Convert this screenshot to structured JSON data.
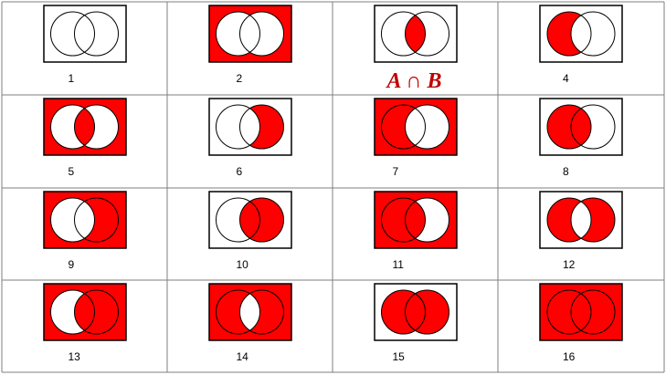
{
  "colors": {
    "fill": "#ff0000",
    "formula": "#c00000",
    "stroke": "#000000",
    "grid": "#7f7f7f"
  },
  "cells": [
    {
      "label": "1",
      "regions": {
        "outside": false,
        "a_only": false,
        "both": false,
        "b_only": false
      }
    },
    {
      "label": "2",
      "regions": {
        "outside": true,
        "a_only": false,
        "both": false,
        "b_only": false
      }
    },
    {
      "label": "A ∩ B",
      "formula": true,
      "regions": {
        "outside": false,
        "a_only": false,
        "both": true,
        "b_only": false
      }
    },
    {
      "label": "4",
      "regions": {
        "outside": false,
        "a_only": true,
        "both": false,
        "b_only": false
      }
    },
    {
      "label": "5",
      "regions": {
        "outside": true,
        "a_only": false,
        "both": true,
        "b_only": false
      }
    },
    {
      "label": "6",
      "regions": {
        "outside": false,
        "a_only": false,
        "both": false,
        "b_only": true
      }
    },
    {
      "label": "7",
      "regions": {
        "outside": true,
        "a_only": true,
        "both": false,
        "b_only": false
      }
    },
    {
      "label": "8",
      "regions": {
        "outside": false,
        "a_only": true,
        "both": true,
        "b_only": false
      }
    },
    {
      "label": "9",
      "regions": {
        "outside": true,
        "a_only": false,
        "both": false,
        "b_only": true
      }
    },
    {
      "label": "10",
      "regions": {
        "outside": false,
        "a_only": false,
        "both": true,
        "b_only": true
      }
    },
    {
      "label": "11",
      "regions": {
        "outside": true,
        "a_only": true,
        "both": true,
        "b_only": false
      }
    },
    {
      "label": "12",
      "regions": {
        "outside": false,
        "a_only": true,
        "both": false,
        "b_only": true
      }
    },
    {
      "label": "13",
      "regions": {
        "outside": true,
        "a_only": false,
        "both": true,
        "b_only": true
      }
    },
    {
      "label": "14",
      "regions": {
        "outside": true,
        "a_only": true,
        "both": false,
        "b_only": true
      }
    },
    {
      "label": "15",
      "regions": {
        "outside": false,
        "a_only": true,
        "both": true,
        "b_only": true
      }
    },
    {
      "label": "16",
      "regions": {
        "outside": true,
        "a_only": true,
        "both": true,
        "b_only": true
      }
    }
  ]
}
